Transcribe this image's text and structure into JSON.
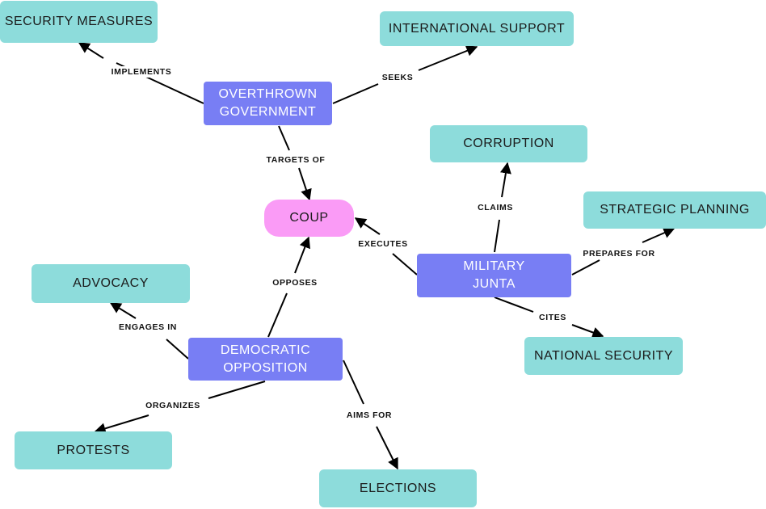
{
  "nodes": {
    "coup": "COUP",
    "overthrown_government": "OVERTHROWN\nGOVERNMENT",
    "military_junta": "MILITARY\nJUNTA",
    "democratic_opposition": "DEMOCRATIC\nOPPOSITION",
    "security_measures": "SECURITY MEASURES",
    "international_support": "INTERNATIONAL SUPPORT",
    "corruption": "CORRUPTION",
    "strategic_planning": "STRATEGIC PLANNING",
    "national_security": "NATIONAL SECURITY",
    "advocacy": "ADVOCACY",
    "protests": "PROTESTS",
    "elections": "ELECTIONS"
  },
  "edges": {
    "implements": "IMPLEMENTS",
    "seeks": "SEEKS",
    "targets_of": "TARGETS OF",
    "claims": "CLAIMS",
    "prepares_for": "PREPARES FOR",
    "executes": "EXECUTES",
    "cites": "CITES",
    "opposes": "OPPOSES",
    "engages_in": "ENGAGES IN",
    "organizes": "ORGANIZES",
    "aims_for": "AIMS FOR"
  },
  "colors": {
    "leaf": "#8ddcdb",
    "actor": "#787ef4",
    "center": "#fa9bf6",
    "edge": "#000000"
  }
}
